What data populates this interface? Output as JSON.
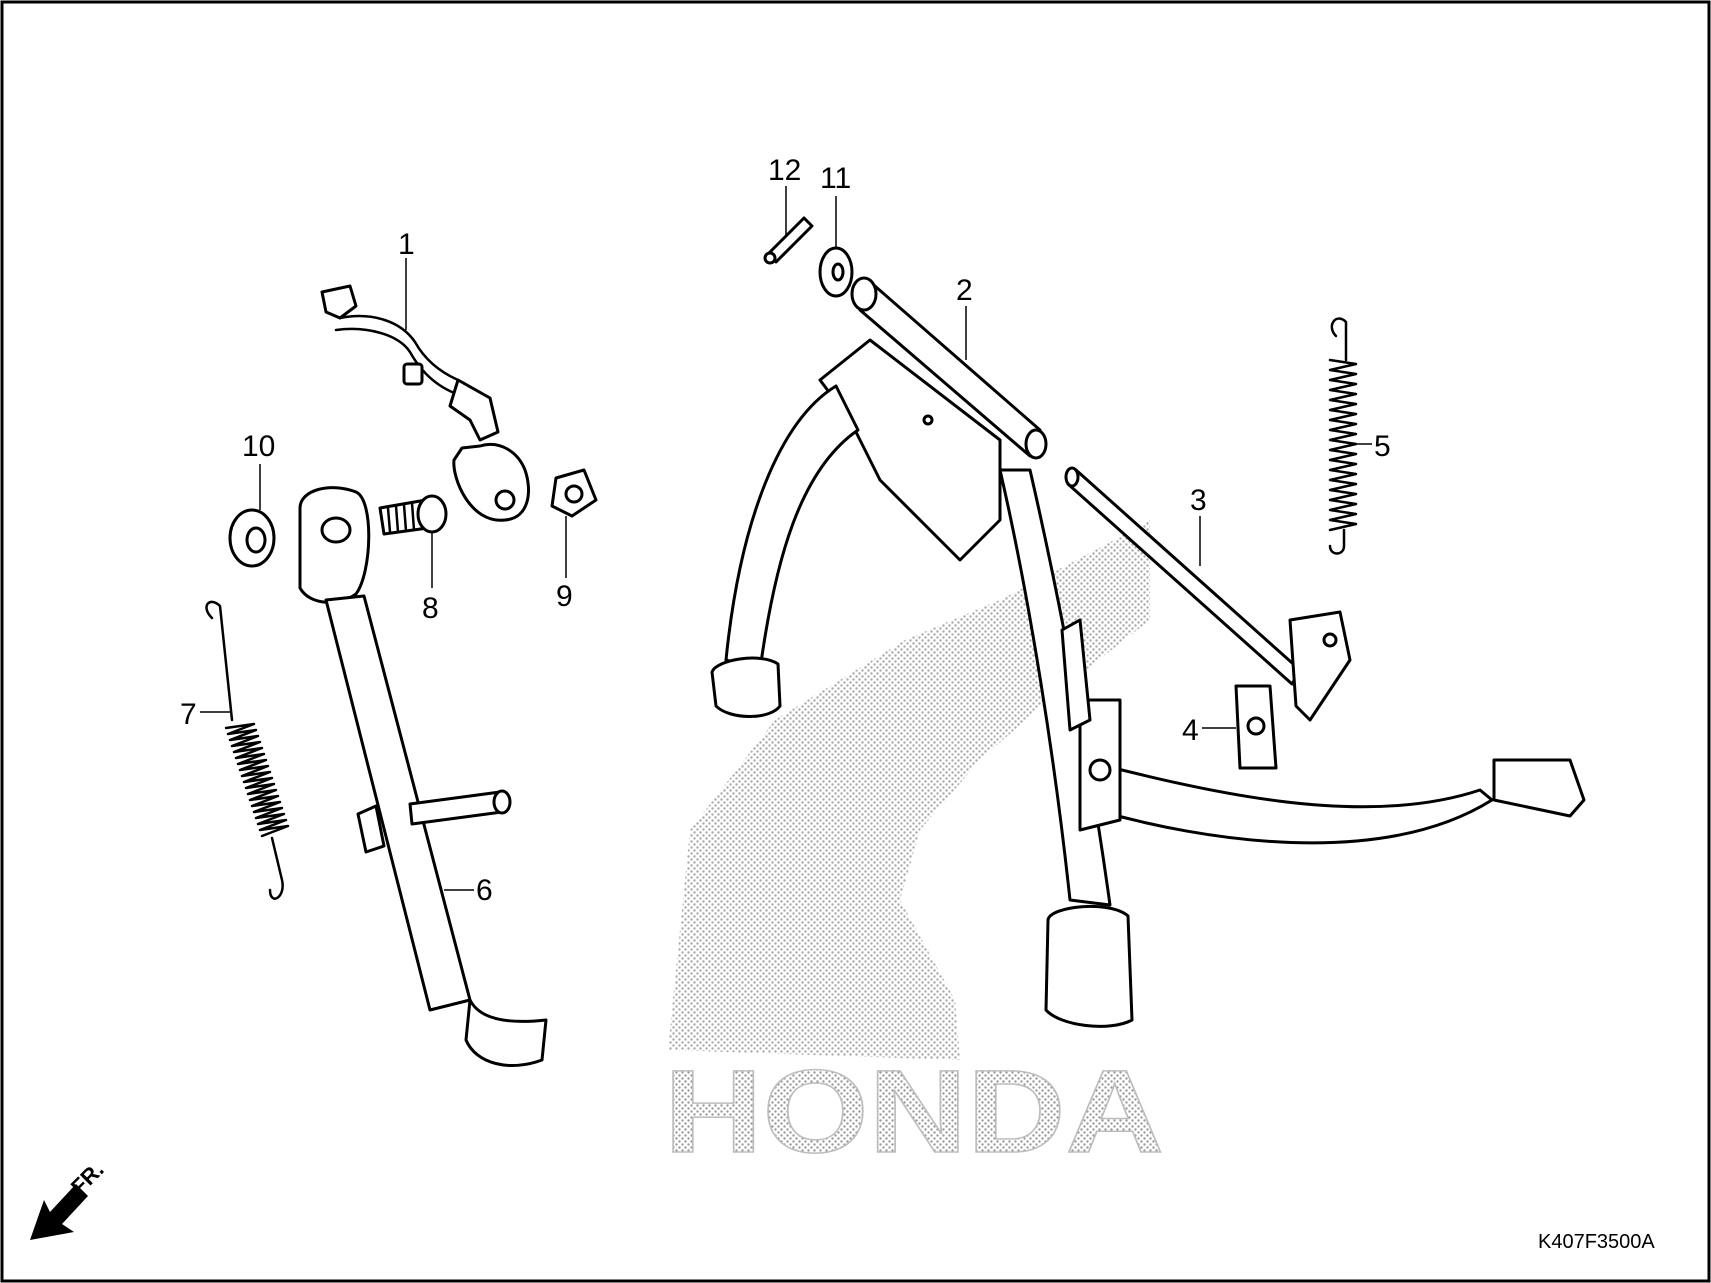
{
  "diagram": {
    "callouts": [
      {
        "id": "1",
        "label": "1"
      },
      {
        "id": "2",
        "label": "2"
      },
      {
        "id": "3",
        "label": "3"
      },
      {
        "id": "4",
        "label": "4"
      },
      {
        "id": "5",
        "label": "5"
      },
      {
        "id": "6",
        "label": "6"
      },
      {
        "id": "7",
        "label": "7"
      },
      {
        "id": "8",
        "label": "8"
      },
      {
        "id": "9",
        "label": "9"
      },
      {
        "id": "10",
        "label": "10"
      },
      {
        "id": "11",
        "label": "11"
      },
      {
        "id": "12",
        "label": "12"
      }
    ],
    "watermark": "HONDA",
    "direction_label": "FR.",
    "diagram_code": "K407F3500A"
  },
  "colors": {
    "line": "#000000",
    "background": "#ffffff",
    "watermark": "#bdbdbd"
  }
}
